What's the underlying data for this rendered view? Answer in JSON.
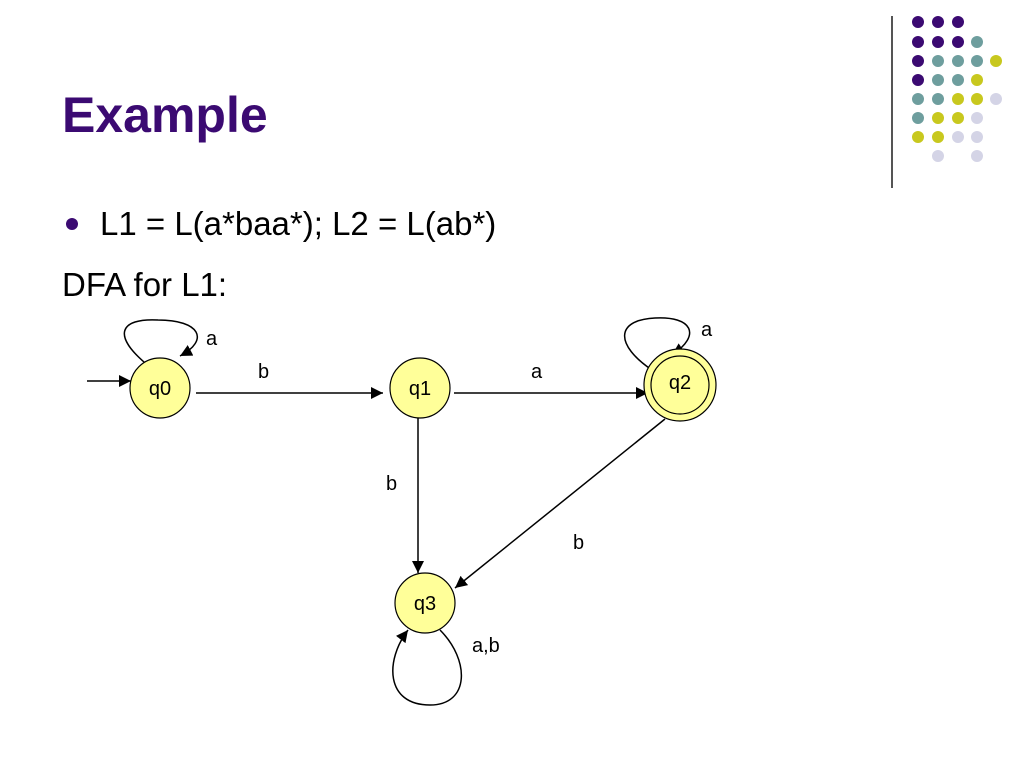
{
  "slide": {
    "title": "Example",
    "bullet": "L1 = L(a*baa*); L2 = L(ab*)",
    "subheading": "DFA for L1:"
  },
  "diagram": {
    "states": [
      {
        "id": "q0",
        "label": "q0",
        "start": true,
        "accepting": false
      },
      {
        "id": "q1",
        "label": "q1",
        "start": false,
        "accepting": false
      },
      {
        "id": "q2",
        "label": "q2",
        "start": false,
        "accepting": true
      },
      {
        "id": "q3",
        "label": "q3",
        "start": false,
        "accepting": false
      }
    ],
    "transitions": [
      {
        "from": "q0",
        "to": "q0",
        "label": "a"
      },
      {
        "from": "q0",
        "to": "q1",
        "label": "b"
      },
      {
        "from": "q1",
        "to": "q2",
        "label": "a"
      },
      {
        "from": "q1",
        "to": "q3",
        "label": "b"
      },
      {
        "from": "q2",
        "to": "q2",
        "label": "a"
      },
      {
        "from": "q2",
        "to": "q3",
        "label": "b"
      },
      {
        "from": "q3",
        "to": "q3",
        "label": "a,b"
      }
    ]
  },
  "colors": {
    "title": "#3b0a72",
    "state_fill": "#ffff99",
    "dot_purple": "#3b0a72",
    "dot_teal": "#6e9e9e",
    "dot_yellow": "#c8c81e",
    "dot_lavender": "#d4d4e6"
  }
}
